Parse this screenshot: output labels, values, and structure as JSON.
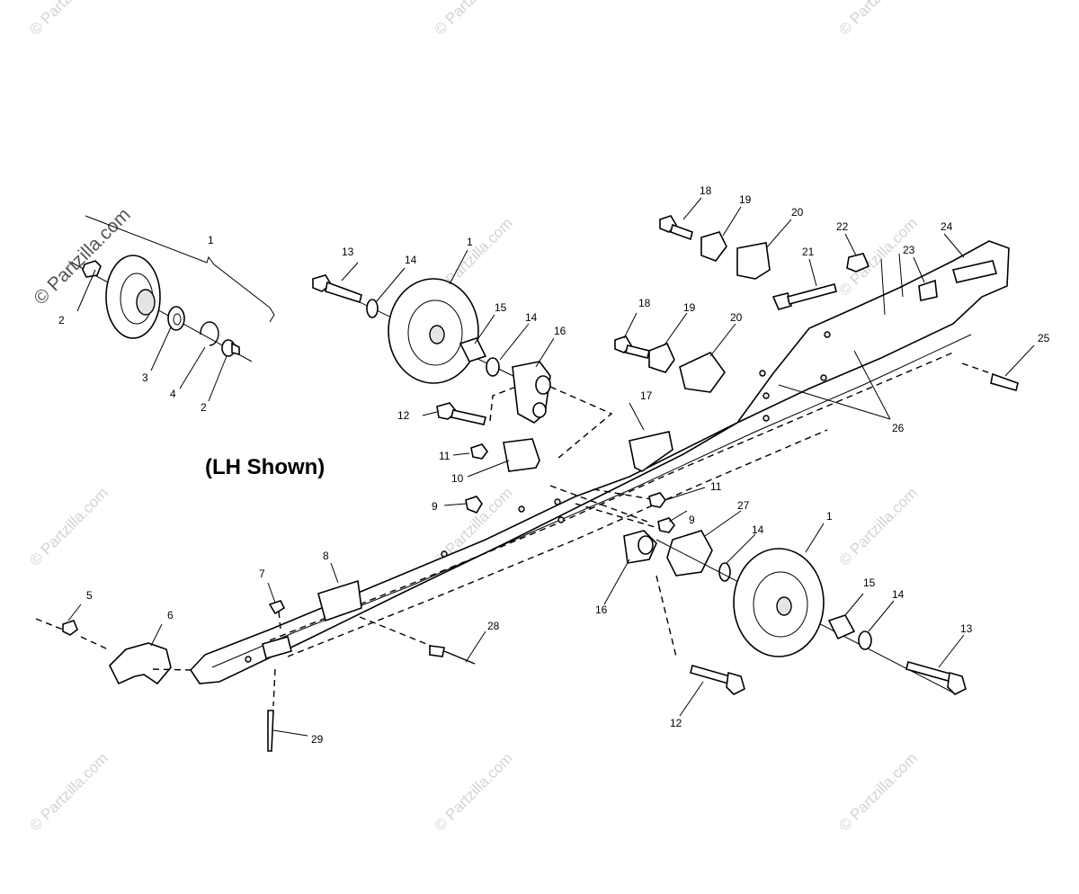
{
  "caption": "(LH Shown)",
  "watermark": "© Partzilla.com",
  "callouts": [
    "1",
    "1",
    "1",
    "2",
    "2",
    "3",
    "4",
    "5",
    "6",
    "7",
    "8",
    "9",
    "9",
    "10",
    "11",
    "11",
    "12",
    "12",
    "13",
    "13",
    "14",
    "14",
    "14",
    "14",
    "15",
    "15",
    "16",
    "16",
    "17",
    "18",
    "18",
    "19",
    "19",
    "20",
    "20",
    "21",
    "22",
    "23",
    "24",
    "25",
    "26",
    "27",
    "28",
    "29"
  ],
  "colors": {
    "ink": "#000000",
    "watermark": "#d3d3d3",
    "paper": "#ffffff"
  }
}
